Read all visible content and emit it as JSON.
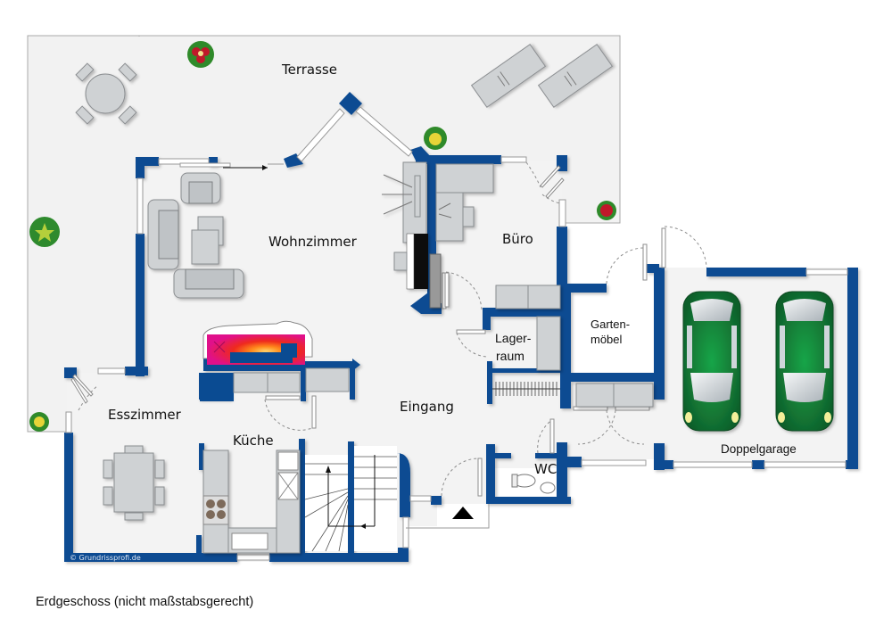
{
  "plan": {
    "title": "Erdgeschoss (nicht maßstabsgerecht)",
    "copyright": "© Grundrissprofi.de",
    "entrance_marker": "entrance-triangle",
    "colors": {
      "wall": "#0a4b92",
      "floor": "#f3f3f3",
      "furniture": "#cfd2d4",
      "car": "#1d7a35",
      "fireplace": "#e4107e"
    },
    "rooms": {
      "terrasse": "Terrasse",
      "wohnzimmer": "Wohnzimmer",
      "buero": "Büro",
      "lagerraum_1": "Lager-",
      "lagerraum_2": "raum",
      "gartenmoebel_1": "Garten-",
      "gartenmoebel_2": "möbel",
      "esszimmer": "Esszimmer",
      "eingang": "Eingang",
      "kueche": "Küche",
      "wc": "WC",
      "doppelgarage": "Doppelgarage"
    }
  }
}
